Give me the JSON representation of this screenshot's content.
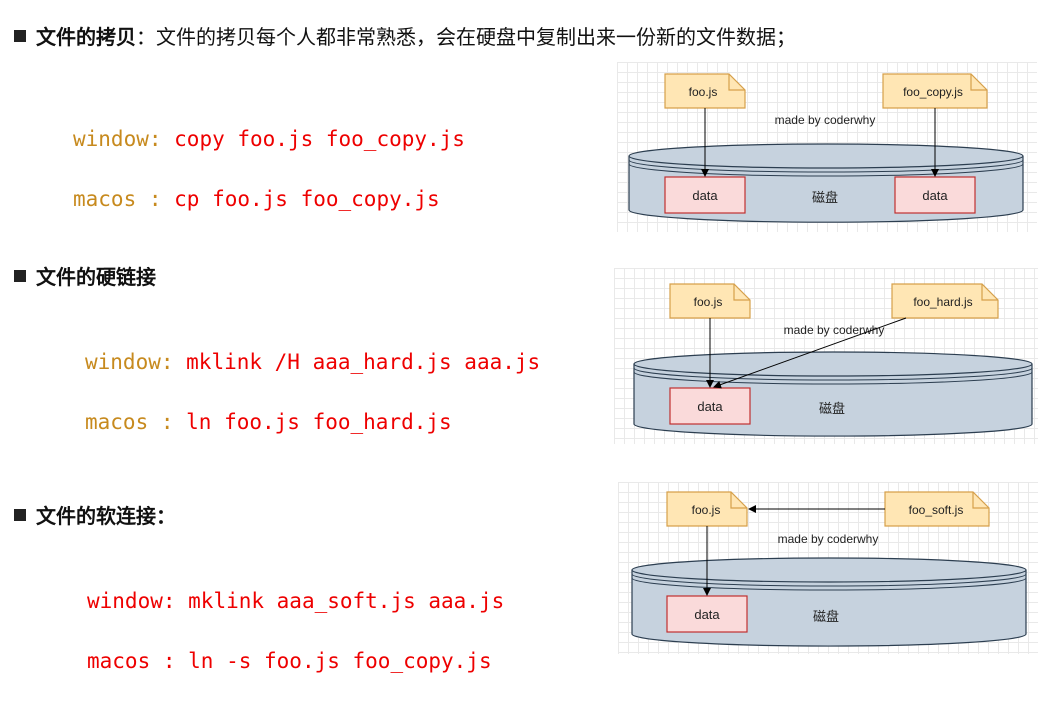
{
  "section_copy": {
    "title": "文件的拷贝",
    "description": "：文件的拷贝每个人都非常熟悉，会在硬盘中复制出来一份新的文件数据；",
    "windows_label": "window:",
    "windows_cmd": " copy foo.js foo_copy.js",
    "mac_label": "macos :",
    "mac_cmd": " cp foo.js foo_copy.js",
    "diagram": {
      "file_left": "foo.js",
      "file_right": "foo_copy.js",
      "watermark": "made by coderwhy",
      "disk_label": "磁盘",
      "data_left": "data",
      "data_right": "data"
    }
  },
  "section_hard": {
    "title": "文件的硬链接",
    "windows_label": "window:",
    "windows_cmd": " mklink /H aaa_hard.js aaa.js",
    "mac_label": "macos :",
    "mac_cmd": " ln foo.js foo_hard.js",
    "diagram": {
      "file_left": "foo.js",
      "file_right": "foo_hard.js",
      "watermark": "made by coderwhy",
      "disk_label": "磁盘",
      "data": "data"
    }
  },
  "section_soft": {
    "title": "文件的软连接",
    "suffix": "：",
    "windows_label": "window:",
    "windows_cmd": " mklink aaa_soft.js aaa.js",
    "mac_label": "macos :",
    "mac_cmd": " ln -s foo.js foo_copy.js",
    "diagram": {
      "file_left": "foo.js",
      "file_right": "foo_soft.js",
      "watermark": "made by coderwhy",
      "disk_label": "磁盘",
      "data": "data"
    }
  },
  "colors": {
    "keyword": "#c78a1e",
    "command": "#ee0000",
    "file_fill": "#ffe6b4",
    "file_stroke": "#d6a04a",
    "data_fill": "#fadada",
    "data_stroke": "#c03030",
    "disk_fill": "#c6d2de",
    "disk_stroke": "#2c3e50"
  }
}
